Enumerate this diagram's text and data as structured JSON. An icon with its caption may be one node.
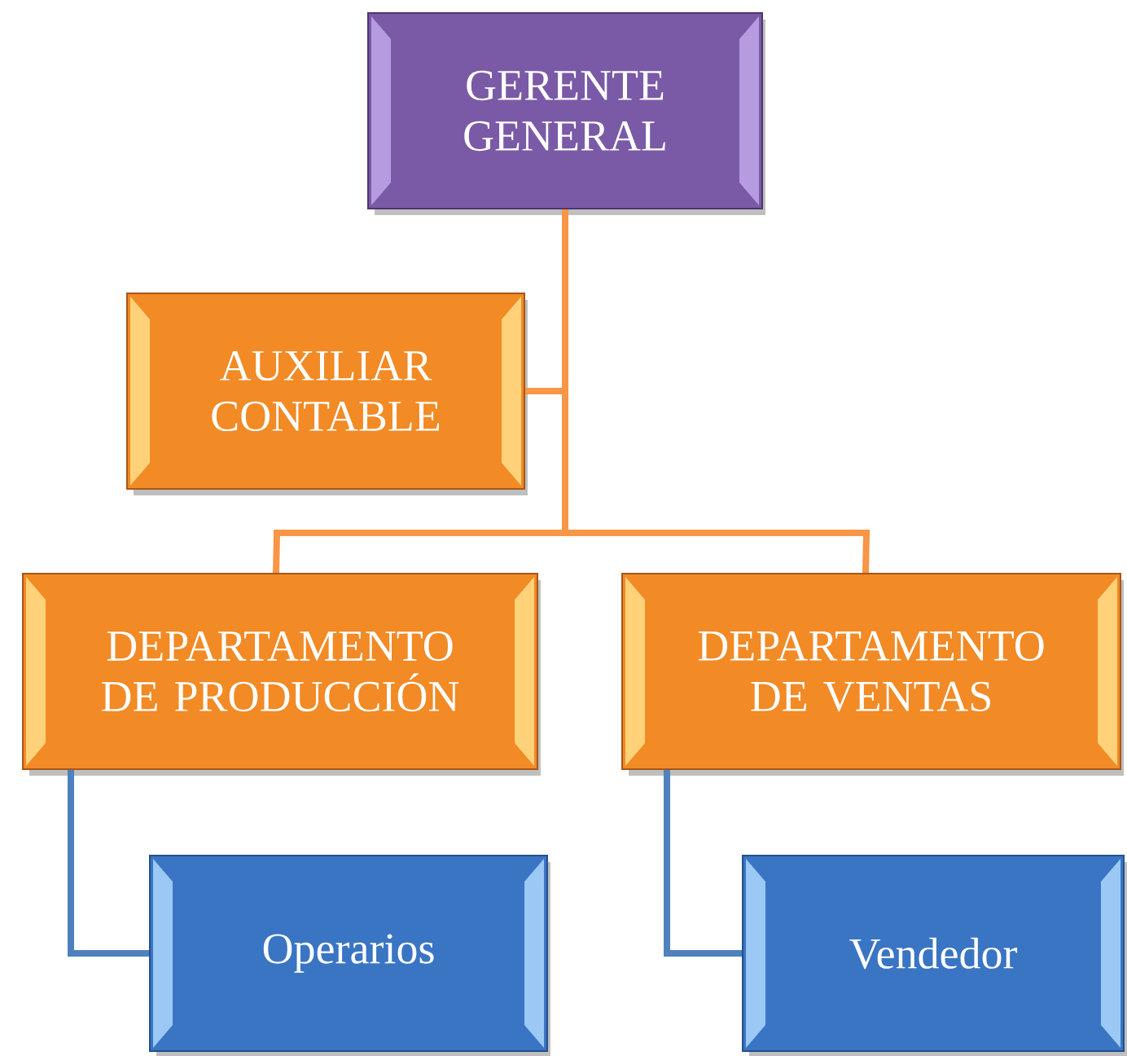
{
  "diagram": {
    "nodes": [
      {
        "text": [
          "GERENTE GENERAL"
        ]
      },
      {
        "text": [
          "AUXILIAR CONTABLE"
        ]
      },
      {
        "text": [
          "DEPARTAMENTO DE PRODUCCIÓN"
        ]
      },
      {
        "text": [
          "DEPARTAMENTO DE VENTAS"
        ]
      },
      {
        "text": [
          "Operarios"
        ]
      },
      {
        "text": [
          "Vendedor"
        ]
      }
    ],
    "edges": [
      {
        "from": 0,
        "to": 1,
        "arrow": "none"
      },
      {
        "from": 0,
        "to": 2,
        "arrow": "none"
      },
      {
        "from": 0,
        "to": 3,
        "arrow": "none"
      },
      {
        "from": 2,
        "to": 4,
        "arrow": "none",
        "color": "#4f81bd"
      },
      {
        "from": 3,
        "to": 5,
        "arrow": "none",
        "color": "#4f81bd"
      }
    ]
  }
}
